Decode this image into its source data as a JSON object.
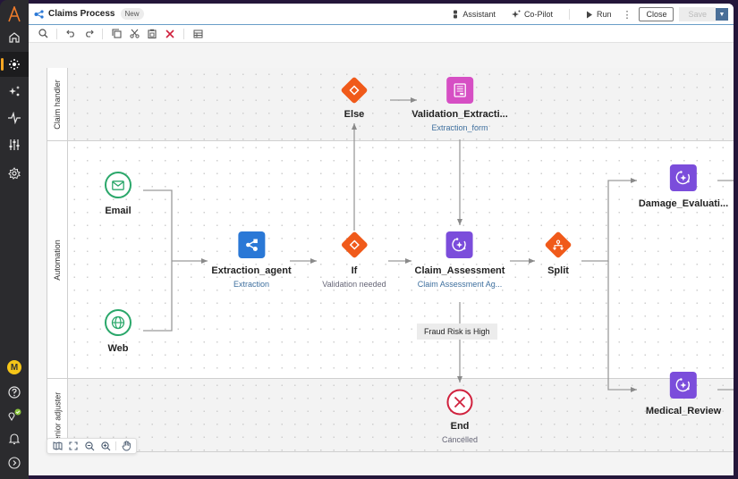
{
  "app": {
    "title": "Claims Process",
    "badge": "New"
  },
  "header": {
    "assistant_label": "Assistant",
    "copilot_label": "Co-Pilot",
    "run_label": "Run",
    "close_label": "Close",
    "save_label": "Save"
  },
  "rail": {
    "avatar_initial": "M"
  },
  "lanes": [
    {
      "label": "Claim handler"
    },
    {
      "label": "Automation"
    },
    {
      "label": "Senior adjuster"
    }
  ],
  "nodes": {
    "email": {
      "name": "Email"
    },
    "web": {
      "name": "Web"
    },
    "extraction_agent": {
      "name": "Extraction_agent",
      "sub": "Extraction"
    },
    "if": {
      "name": "If",
      "sub": "Validation needed"
    },
    "else": {
      "name": "Else"
    },
    "validation": {
      "name": "Validation_Extracti...",
      "sub": "Extraction_form"
    },
    "claim_assessment": {
      "name": "Claim_Assessment",
      "sub": "Claim Assessment Ag..."
    },
    "split": {
      "name": "Split"
    },
    "damage": {
      "name": "Damage_Evaluati..."
    },
    "medical": {
      "name": "Medical_Review"
    },
    "end": {
      "name": "End",
      "sub": "Cancelled"
    }
  },
  "edge_labels": {
    "fraud": "Fraud Risk is High"
  },
  "colors": {
    "accent_orange": "#f05a1a",
    "agent_purple": "#7b4ddb",
    "form_pink": "#d64fc4",
    "extraction_blue": "#2a78d6",
    "trigger_green": "#2aa76a",
    "end_red": "#d0213d"
  }
}
